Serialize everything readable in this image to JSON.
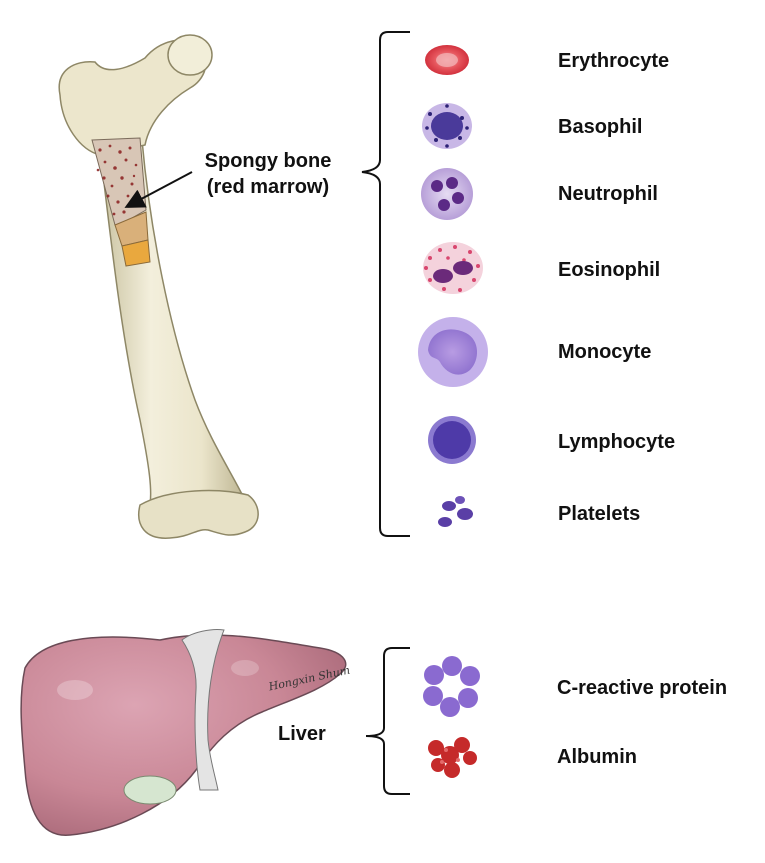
{
  "bone": {
    "label_line1": "Spongy bone",
    "label_line2": "(red marrow)"
  },
  "bone_products": [
    {
      "name": "Erythrocyte",
      "icon": "erythrocyte-icon",
      "color": "#e0444e"
    },
    {
      "name": "Basophil",
      "icon": "basophil-icon",
      "color": "#5b4aa8"
    },
    {
      "name": "Neutrophil",
      "icon": "neutrophil-icon",
      "color": "#6a3c98"
    },
    {
      "name": "Eosinophil",
      "icon": "eosinophil-icon",
      "color": "#c9507a"
    },
    {
      "name": "Monocyte",
      "icon": "monocyte-icon",
      "color": "#7c5bc4"
    },
    {
      "name": "Lymphocyte",
      "icon": "lymphocyte-icon",
      "color": "#5a45b0"
    },
    {
      "name": "Platelets",
      "icon": "platelets-icon",
      "color": "#5a3fa6"
    }
  ],
  "liver": {
    "label": "Liver",
    "signature": "Hongxin Shum"
  },
  "liver_products": [
    {
      "name": "C-reactive protein",
      "icon": "c-reactive-protein-icon",
      "color": "#8a6ad0"
    },
    {
      "name": "Albumin",
      "icon": "albumin-icon",
      "color": "#c52a2a"
    }
  ]
}
